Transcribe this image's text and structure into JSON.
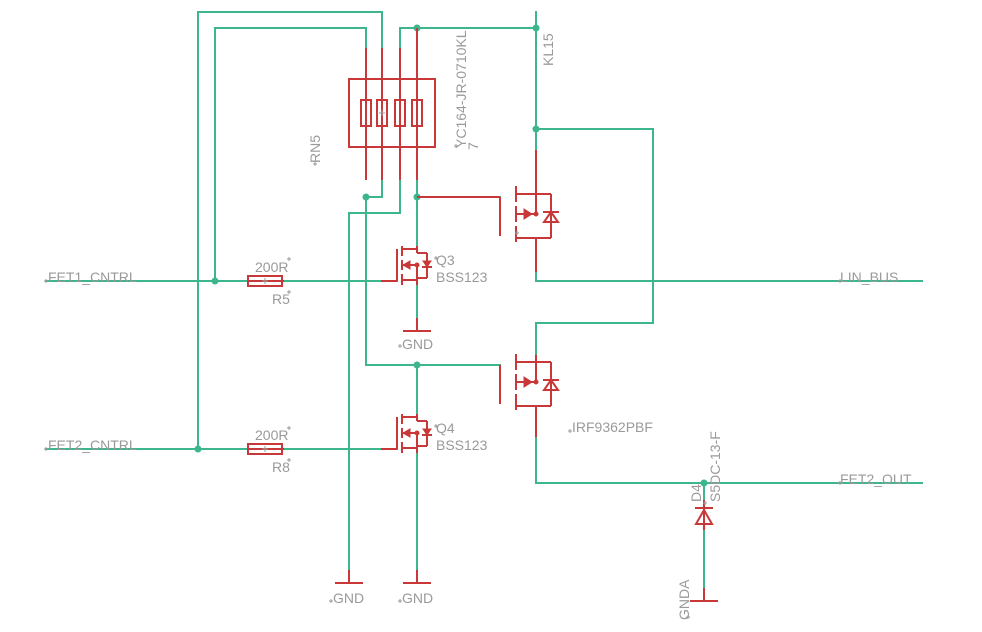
{
  "net_labels": {
    "fet1_cntrl": "FET1_CNTRL",
    "fet2_cntrl": "FET2_CNTRL",
    "lin_bus": "LIN_BUS",
    "fet2_out": "FET2_OUT",
    "kl15": "KL15"
  },
  "components": {
    "r5_name": "R5",
    "r5_value": "200R",
    "r8_name": "R8",
    "r8_value": "200R",
    "q3_name": "Q3",
    "q3_value": "BSS123",
    "q4_name": "Q4",
    "q4_value": "BSS123",
    "rn5_name": "RN5",
    "rn5_value": "YC164-JR-0710KL",
    "rn5_extra": "7",
    "mosfet_value": "IRF9362PBF",
    "d4_name": "D4",
    "d4_value": "S5DC-13-F"
  },
  "supplies": {
    "gnd_q3": "GND",
    "gnd_left": "GND",
    "gnd_q4": "GND",
    "gnda": "GNDA"
  },
  "colors": {
    "wire": "#3cb68a",
    "component": "#c83838",
    "label": "#9a9a9a"
  }
}
